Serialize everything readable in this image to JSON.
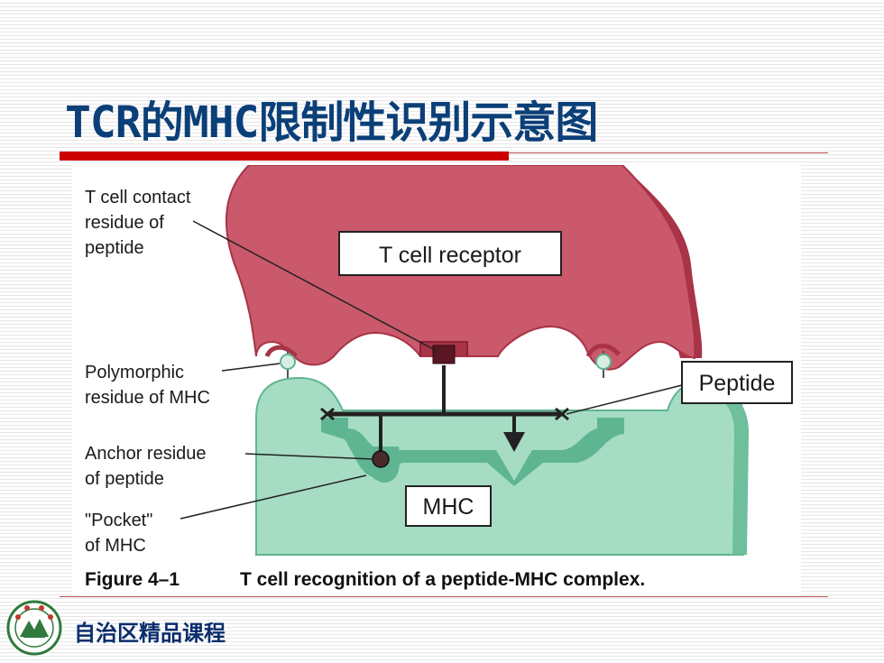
{
  "slide": {
    "title": "TCR的MHC限制性识别示意图",
    "footer": "自治区精品课程"
  },
  "figure": {
    "labels": {
      "tcr_contact_line1": "T cell contact",
      "tcr_contact_line2": "residue of",
      "tcr_contact_line3": "peptide",
      "t_cell_receptor": "T cell receptor",
      "polymorphic_line1": "Polymorphic",
      "polymorphic_line2": "residue of MHC",
      "peptide": "Peptide",
      "anchor_line1": "Anchor residue",
      "anchor_line2": "of peptide",
      "pocket_line1": "\"Pocket\"",
      "pocket_line2": "of MHC",
      "mhc": "MHC"
    },
    "caption_number": "Figure 4–1",
    "caption_text": "T cell recognition of a peptide-MHC complex.",
    "colors": {
      "tcr_fill": "#c9596b",
      "tcr_dark": "#a93347",
      "mhc_fill": "#a6dcc4",
      "mhc_dark": "#5fb592",
      "title": "#0b3f78",
      "accent_bar": "#cc0000"
    }
  },
  "logo": {
    "icon": "university-seal-icon"
  }
}
